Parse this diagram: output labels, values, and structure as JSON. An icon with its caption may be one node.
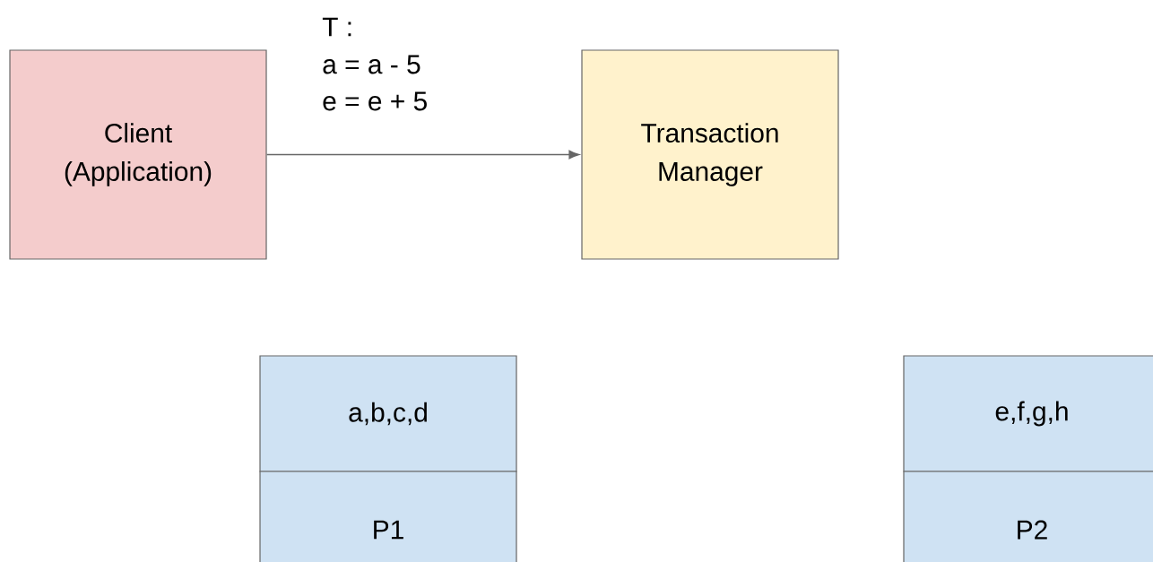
{
  "diagram": {
    "nodes": [
      {
        "text": [
          "Client (Application)"
        ]
      },
      {
        "text": [
          "Transaction Manager"
        ]
      },
      {
        "text": [
          "a,b,c,d"
        ]
      },
      {
        "text": [
          "P1"
        ]
      },
      {
        "text": [
          "e,f,g,h"
        ]
      },
      {
        "text": [
          "P2"
        ]
      }
    ],
    "edges": [
      {
        "from": 0,
        "to": 1,
        "arrow": "to"
      }
    ],
    "labels": [
      "T :",
      "a = a - 5",
      "e = e + 5"
    ]
  }
}
